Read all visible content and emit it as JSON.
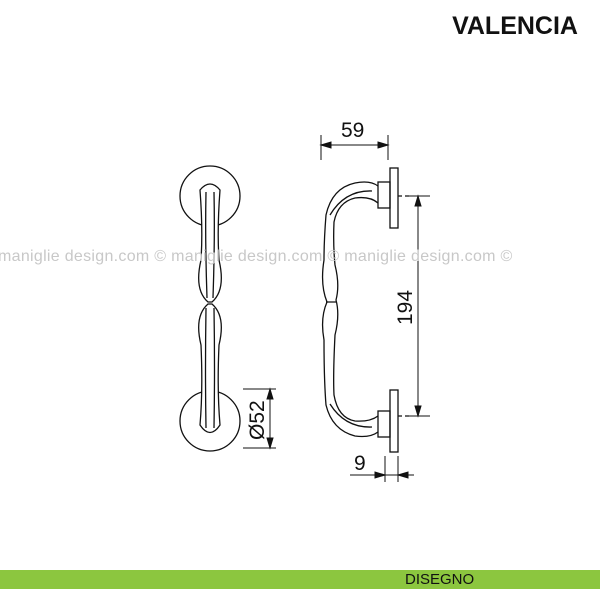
{
  "title": "VALENCIA",
  "watermark": "maniglie design.com © maniglie design.com © maniglie design.com ©",
  "dimensions": {
    "projection": "59",
    "center_distance": "194",
    "rosette_diameter": "Ø52",
    "rosette_thickness": "9"
  },
  "footer": {
    "label": "DISEGNO",
    "color": "#8cc63f"
  }
}
